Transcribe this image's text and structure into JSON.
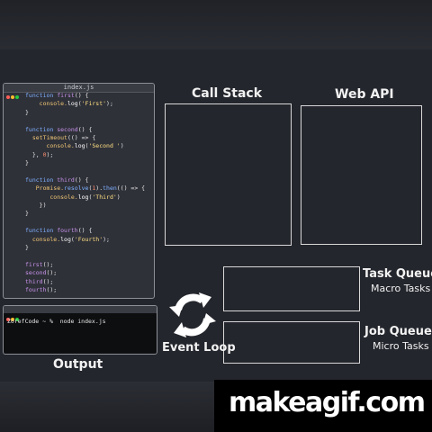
{
  "editor": {
    "filename": "index.js",
    "code_lines": [
      [
        [
          "function ",
          "#7fb0ff"
        ],
        [
          "first",
          "#c792ea"
        ],
        [
          "() {",
          "#e2e2e2"
        ]
      ],
      [
        [
          "    console.",
          "#f0c674"
        ],
        [
          "log",
          "#ffffff"
        ],
        [
          "(",
          "#e2e2e2"
        ],
        [
          "'First'",
          "#ffe082"
        ],
        [
          ");",
          "#e2e2e2"
        ]
      ],
      [
        [
          "}",
          "#e2e2e2"
        ]
      ],
      [],
      [
        [
          "function ",
          "#7fb0ff"
        ],
        [
          "second",
          "#c792ea"
        ],
        [
          "() {",
          "#e2e2e2"
        ]
      ],
      [
        [
          "  setTimeout",
          "#f0c674"
        ],
        [
          "(() => {",
          "#e2e2e2"
        ]
      ],
      [
        [
          "      console.",
          "#f0c674"
        ],
        [
          "log",
          "#ffffff"
        ],
        [
          "(",
          "#e2e2e2"
        ],
        [
          "'Second '",
          "#ffe082"
        ],
        [
          ")",
          "#e2e2e2"
        ]
      ],
      [
        [
          "  }, ",
          "#e2e2e2"
        ],
        [
          "0",
          "#f78c6c"
        ],
        [
          ");",
          "#e2e2e2"
        ]
      ],
      [
        [
          "}",
          "#e2e2e2"
        ]
      ],
      [],
      [
        [
          "function ",
          "#7fb0ff"
        ],
        [
          "third",
          "#c792ea"
        ],
        [
          "() {",
          "#e2e2e2"
        ]
      ],
      [
        [
          "   Promise.",
          "#f0c674"
        ],
        [
          "resolve",
          "#7fb0ff"
        ],
        [
          "(",
          "#e2e2e2"
        ],
        [
          "1",
          "#f78c6c"
        ],
        [
          ").",
          "#e2e2e2"
        ],
        [
          "then",
          "#7fb0ff"
        ],
        [
          "(() => {",
          "#e2e2e2"
        ]
      ],
      [
        [
          "       console.",
          "#f0c674"
        ],
        [
          "log",
          "#ffffff"
        ],
        [
          "(",
          "#e2e2e2"
        ],
        [
          "'Third'",
          "#ffe082"
        ],
        [
          ")",
          "#e2e2e2"
        ]
      ],
      [
        [
          "    })",
          "#e2e2e2"
        ]
      ],
      [
        [
          "}",
          "#e2e2e2"
        ]
      ],
      [],
      [
        [
          "function ",
          "#7fb0ff"
        ],
        [
          "fourth",
          "#c792ea"
        ],
        [
          "() {",
          "#e2e2e2"
        ]
      ],
      [
        [
          "  console.",
          "#f0c674"
        ],
        [
          "log",
          "#ffffff"
        ],
        [
          "(",
          "#e2e2e2"
        ],
        [
          "'Fourth'",
          "#ffe082"
        ],
        [
          ");",
          "#e2e2e2"
        ]
      ],
      [
        [
          "}",
          "#e2e2e2"
        ]
      ],
      [],
      [
        [
          "first",
          "#c792ea"
        ],
        [
          "();",
          "#e2e2e2"
        ]
      ],
      [
        [
          "second",
          "#c792ea"
        ],
        [
          "();",
          "#e2e2e2"
        ]
      ],
      [
        [
          "third",
          "#c792ea"
        ],
        [
          "();",
          "#e2e2e2"
        ]
      ],
      [
        [
          "fourth",
          "#c792ea"
        ],
        [
          "();",
          "#e2e2e2"
        ]
      ]
    ]
  },
  "terminal": {
    "command": "ZorefCode ~ %  node index.js"
  },
  "labels": {
    "output": "Output",
    "call_stack": "Call Stack",
    "web_api": "Web API",
    "task_queue": "Task Queue",
    "macro_tasks": "Macro Tasks",
    "job_queue": "Job Queue",
    "micro_tasks": "Micro Tasks",
    "event_loop": "Event Loop"
  },
  "icons": {
    "loop": "refresh-arrows-icon"
  },
  "watermark": {
    "text": "makeagif.com"
  },
  "colors": {
    "background": "#24262d",
    "editor_bg": "#2f3139",
    "terminal_bg": "#0d0e10",
    "box_border": "#d8d8d8",
    "watermark_bg": "#000000"
  }
}
